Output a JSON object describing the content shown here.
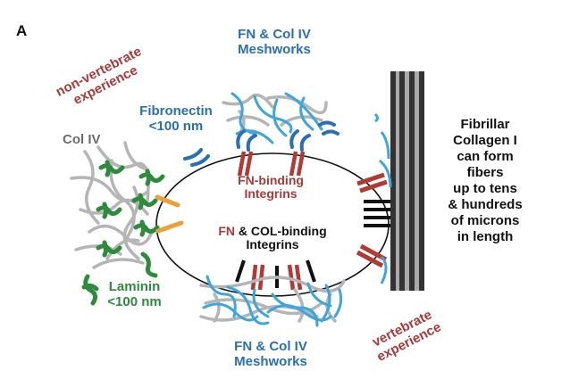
{
  "panel_label": "A",
  "labels": {
    "non_vertebrate": [
      "non-vertebrate",
      "experience"
    ],
    "vertebrate": [
      "vertebrate",
      "experience"
    ],
    "top_meshworks": [
      "FN & Col IV",
      "Meshworks"
    ],
    "bottom_meshworks": [
      "FN & Col IV",
      "Meshworks"
    ],
    "fibronectin": [
      "Fibronectin",
      "<100 nm"
    ],
    "col_iv": "Col IV",
    "laminin": [
      "Laminin",
      "<100 nm"
    ],
    "fn_binding": [
      "FN-binding",
      "Integrins"
    ],
    "fn_col_binding": {
      "fn": "FN",
      "rest": " & COL-binding",
      "line2": "Integrins"
    },
    "fibrillar": [
      "Fibrillar",
      "Collagen I",
      "can form",
      "fibers",
      "up to tens",
      "& hundreds",
      "of microns",
      "in length"
    ]
  },
  "colors": {
    "blue_text": "#2a6fb0",
    "red_text": "#a83a3a",
    "green": "#2e8b3e",
    "gray": "#b5b5b5",
    "light_blue": "#3fa6dc",
    "dark_blue": "#2a6fb0",
    "orange": "#e8a23a",
    "integrin_red": "#b23a34",
    "collagen_dark": "#333333",
    "collagen_light": "#aaaaaa"
  }
}
